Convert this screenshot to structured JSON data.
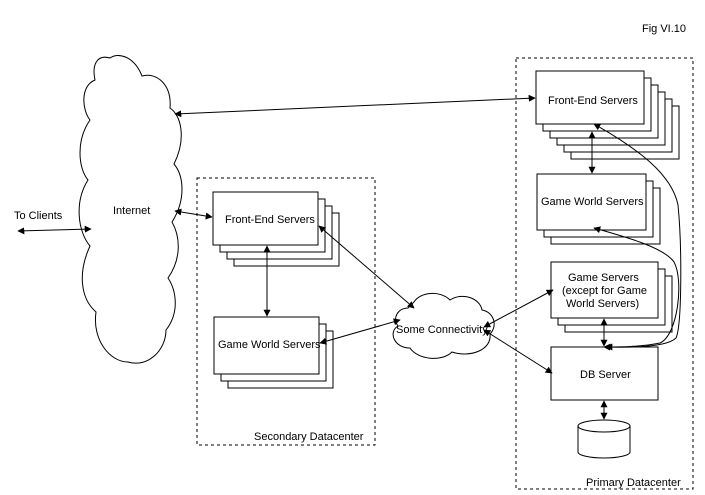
{
  "figure_label": "Fig VI.10",
  "internet": {
    "label": "Internet"
  },
  "clients": {
    "label": "To Clients"
  },
  "connectivity": {
    "label": "Some Connectivity"
  },
  "secondary": {
    "label": "Secondary Datacenter",
    "frontend_label": "Front-End Servers",
    "gameworld_label": "Game World Servers"
  },
  "primary": {
    "label": "Primary Datacenter",
    "frontend_label": "Front-End Servers",
    "gameworld_label": "Game World Servers",
    "gameservers_lines": [
      "Game Servers",
      "(except for Game",
      "World Servers)"
    ],
    "db_label": "DB Server"
  }
}
